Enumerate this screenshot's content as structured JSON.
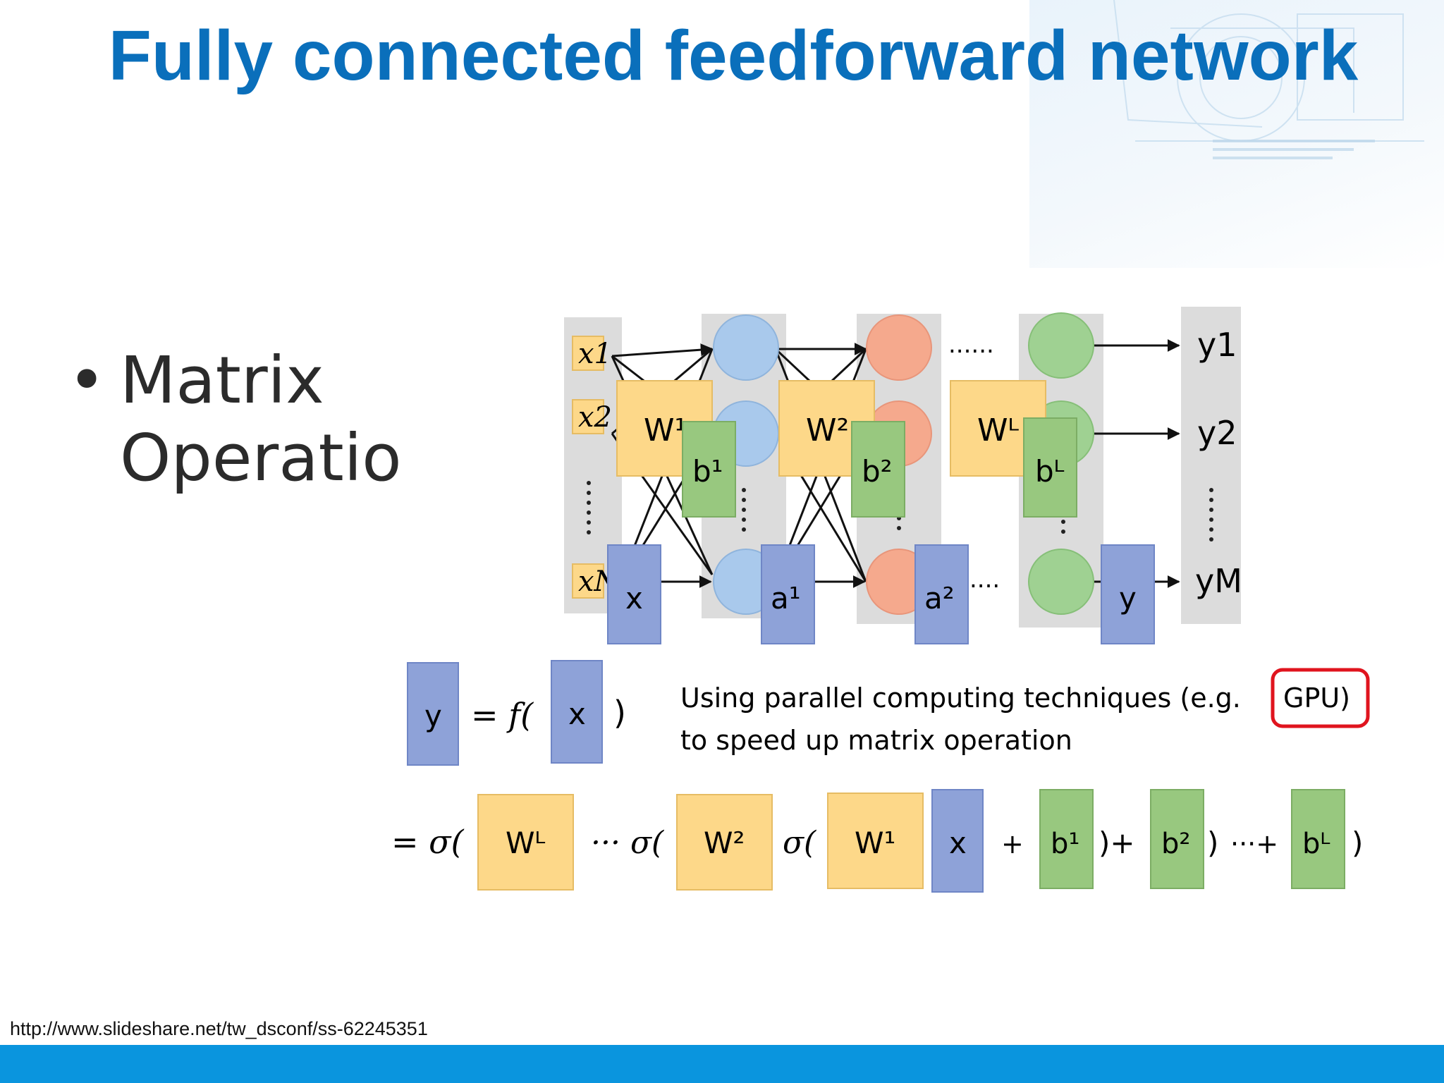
{
  "title": "Fully connected feedforward network",
  "bullet": {
    "marker": "•",
    "text": "Matrix\nOperatio"
  },
  "footer": {
    "url": "http://www.slideshare.net/tw_dsconf/ss-62245351"
  },
  "diagram": {
    "inputs": [
      "x1",
      "x2",
      "xN"
    ],
    "outputs": [
      "y1",
      "y2",
      "yM"
    ],
    "layer_dots": "......",
    "weight_labels": [
      "W¹",
      "W²",
      "Wᴸ"
    ],
    "bias_labels": [
      "b¹",
      "b²",
      "bᴸ"
    ],
    "vector_labels": [
      "x",
      "a¹",
      "a²",
      "y"
    ],
    "trail_dots": "....",
    "eq1": {
      "lhs": "y",
      "eq": "= f(",
      "arg": "x",
      "close": ")"
    },
    "note_line1": "Using parallel computing techniques (e.g.",
    "note_gpu": "GPU)",
    "note_line2": "to speed up matrix operation",
    "eq2": {
      "prefix": "= σ(",
      "terms": [
        "Wᴸ",
        "··· σ(",
        "W²",
        "σ(",
        "W¹",
        "x",
        "+",
        "b¹",
        ")+",
        "b²",
        ")",
        "···+",
        "bᴸ",
        ")"
      ]
    }
  },
  "colors": {
    "title": "#0a6fbb",
    "weight": "#fdd889",
    "bias": "#98c87f",
    "vector": "#8ea2d8",
    "layer1": "#a9c9ec",
    "layer2": "#f5a98d",
    "layerL": "#9fd192",
    "highlight": "#e0141e",
    "footer_bar": "#0a95de"
  }
}
